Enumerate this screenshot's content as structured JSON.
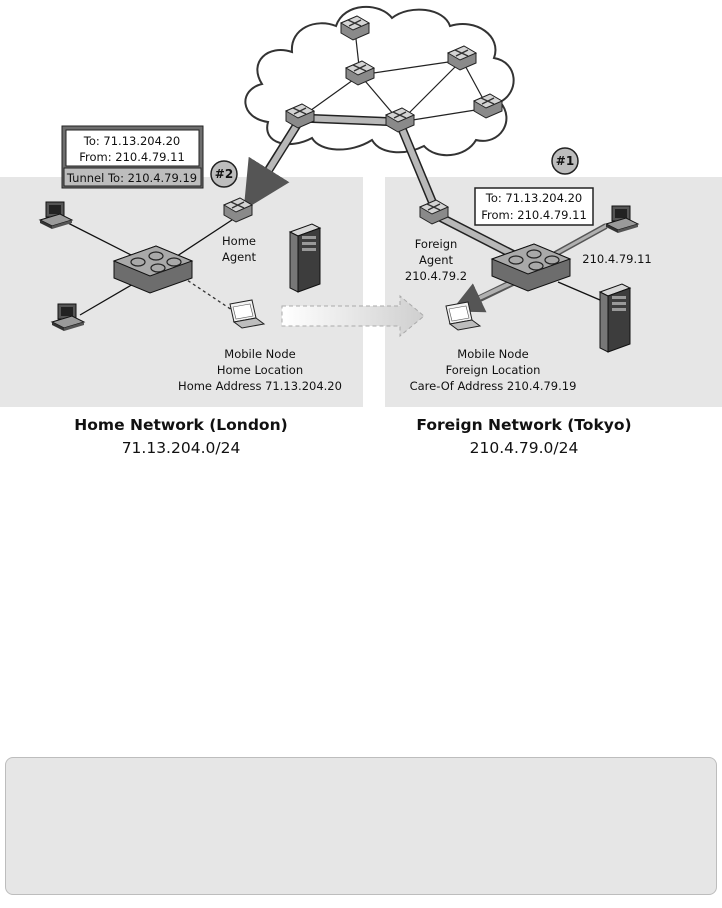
{
  "home_network": {
    "name": "Home Network (London)",
    "subnet": "71.13.204.0/24"
  },
  "foreign_network": {
    "name": "Foreign Network (Tokyo)",
    "subnet": "210.4.79.0/24"
  },
  "home_agent": {
    "line1": "Home",
    "line2": "Agent"
  },
  "foreign_agent": {
    "line1": "Foreign",
    "line2": "Agent",
    "address": "210.4.79.2"
  },
  "mobile_home": {
    "line1": "Mobile Node",
    "line2": "Home Location",
    "line3": "Home Address 71.13.204.20"
  },
  "mobile_foreign": {
    "line1": "Mobile Node",
    "line2": "Foreign Location",
    "line3": "Care-Of Address 210.4.79.19"
  },
  "correspondent_host": {
    "address": "210.4.79.11"
  },
  "packet_tunneled": {
    "to": "To: 71.13.204.20",
    "from": "From: 210.4.79.11",
    "tunnel": "Tunnel To: 210.4.79.19"
  },
  "packet_original": {
    "to": "To: 71.13.204.20",
    "from": "From: 210.4.79.11"
  },
  "step_badges": {
    "one": "#1",
    "two": "#2"
  }
}
